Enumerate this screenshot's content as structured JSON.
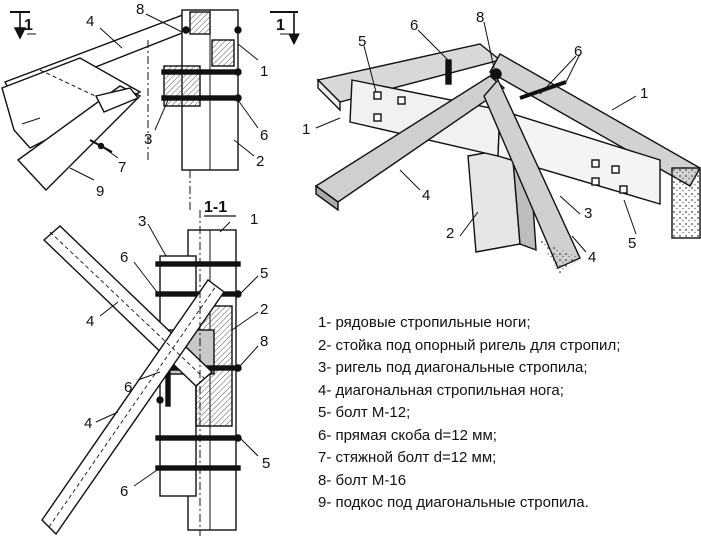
{
  "section_mark": "1",
  "section_title": "1-1",
  "callouts": [
    "1",
    "2",
    "3",
    "4",
    "5",
    "6",
    "7",
    "8",
    "9"
  ],
  "legend": [
    "1- рядовые стропильные ноги;",
    "2- стойка под опорный ригель для стропил;",
    "3- ригель под диагональные стропила;",
    "4- диагональная стропильная нога;",
    "5- болт М-12;",
    "6- прямая скоба d=12 мм;",
    "7- стяжной болт d=12 мм;",
    "8- болт М-16",
    "9- подкос под диагональные стропила."
  ],
  "colors": {
    "line": "#111111",
    "hatch": "#777777",
    "shade": "#cfcfcf",
    "wood": "#bdbdbd"
  }
}
